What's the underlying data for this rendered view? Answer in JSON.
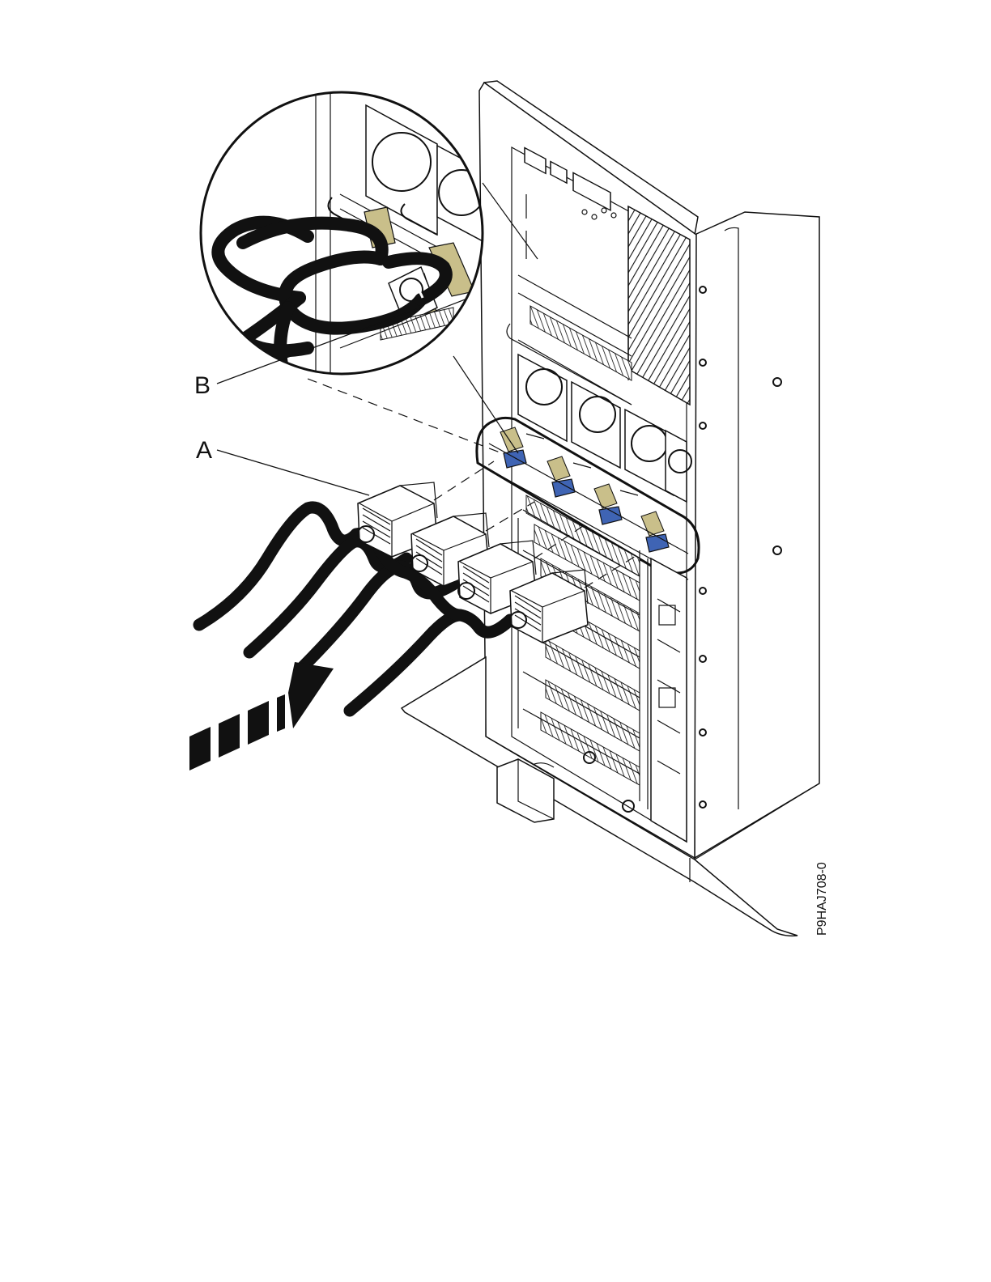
{
  "callouts": {
    "a": "A",
    "b": "B"
  },
  "figure_id": "P9HAJ708-0",
  "colors": {
    "latch_blue": "#3f64b4",
    "strap_tan": "#c9bf8a",
    "line": "#111111"
  }
}
